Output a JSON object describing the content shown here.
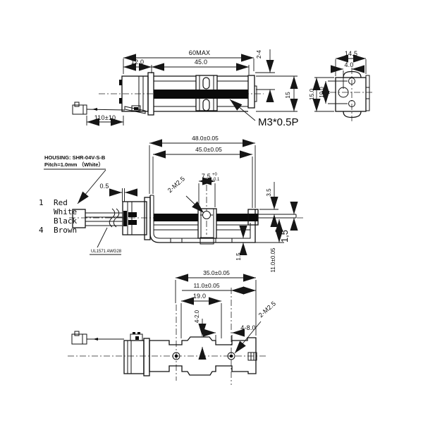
{
  "drawing": {
    "side_view": {
      "dims": {
        "overall": "60MAX",
        "rear": "12.0",
        "screw_length": "45.0",
        "tip": "2-4",
        "body_height": "15",
        "wire_length": "110±10"
      },
      "thread_label": "M3*0.5P"
    },
    "end_view": {
      "dims": {
        "width": "14.5",
        "hole_offset": "4.0",
        "height": "15.0",
        "hole_span": "10.0"
      }
    },
    "front_view": {
      "housing_line1": "HOUSING: SHR-04V-S-B",
      "housing_line2": "Pitch=1.0mm （White）",
      "pin1": "1",
      "wire_red": "Red",
      "wire_white": "White",
      "wire_black": "Black",
      "pin4": "4",
      "wire_brown": "Brown",
      "cable_label": "UL1571 AWG28",
      "dims": {
        "overall": "48.0±0.05",
        "screw": "45.0±0.05",
        "slider": "7.5",
        "slider_tol_up": "+0",
        "slider_tol_dn": "-0.1",
        "screw_holes": "2-M2.5",
        "gap": "0.5",
        "tip_step": "3.5",
        "shaft_dia": "1,5",
        "plate_thk": "1.5",
        "center_height": "11.0±0.05"
      }
    },
    "top_view": {
      "dims": {
        "hole_to_edge": "35.0±0.05",
        "hole2_to_edge": "11.0±0.05",
        "pad_width": "19.0",
        "pad_depth": "4-2.0",
        "notch": "4-8.0",
        "screw_holes": "2-M2.5"
      }
    }
  }
}
